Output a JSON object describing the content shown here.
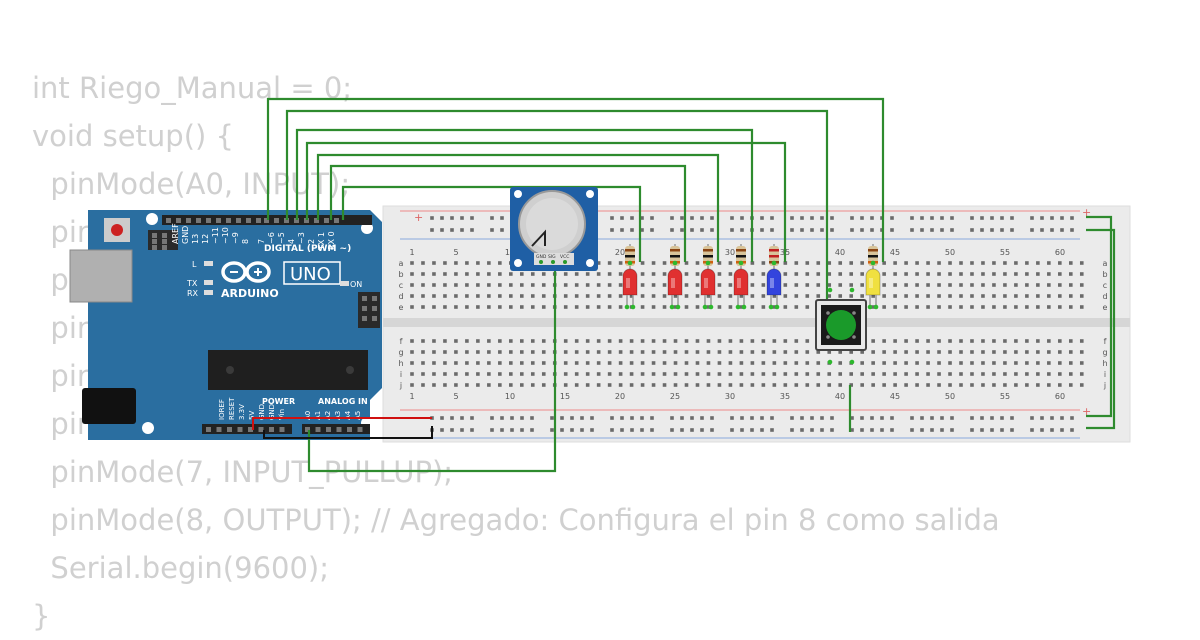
{
  "code_lines": [
    "int Riego_Manual = 0;",
    "void setup() {",
    "  pinMode(A0, INPUT);",
    "  pinMode(2, OUTPUT);",
    "  pinMode(3, OUTPUT);",
    "  pinMode(4, OUTPUT);",
    "  pinMode(5, OUTPUT);",
    "  pinMode(6, OUTPUT);",
    "  pinMode(7, INPUT_PULLUP);",
    "  pinMode(8, OUTPUT); // Agregado: Configura el pin 8 como salida",
    "  Serial.begin(9600);",
    "}"
  ],
  "arduino": {
    "brand": "ARDUINO",
    "model": "UNO",
    "digital_header": "DIGITAL (PWM ~)",
    "power_header": "POWER",
    "analog_header": "ANALOG IN",
    "on_label": "ON",
    "l_label": "L",
    "tx_label": "TX",
    "rx_label": "RX",
    "aref": "AREF",
    "gnd": "GND",
    "pin13": "13",
    "pin12": "12",
    "pin11": "~11",
    "pin10": "~10",
    "pin9": "~9",
    "pin8": "8",
    "pin7": "7",
    "pin6": "~6",
    "pin5": "~5",
    "pin4": "4",
    "pin3": "~3",
    "pin2": "2",
    "pin_tx": "TX 1",
    "pin_rx": "RX 0",
    "ioref": "IOREF",
    "reset": "RESET",
    "v33": "3.3V",
    "v5": "5V",
    "gnd1": "GND",
    "gnd2": "GND",
    "vin": "Vin",
    "a0": "A0",
    "a1": "A1",
    "a2": "A2",
    "a3": "A3",
    "a4": "A4",
    "a5": "A5"
  },
  "breadboard": {
    "plus_label": "+",
    "col_1": "1",
    "col_5": "5",
    "col_10": "10",
    "col_15": "15",
    "col_20": "20",
    "col_25": "25",
    "col_30": "30",
    "col_35": "35",
    "col_40": "40",
    "col_45": "45",
    "col_50": "50",
    "col_55": "55",
    "col_60": "60",
    "row_a": "a",
    "row_b": "b",
    "row_c": "c",
    "row_d": "d",
    "row_e": "e",
    "row_f": "f",
    "row_g": "g",
    "row_h": "h",
    "row_i": "i",
    "row_j": "j"
  },
  "pot": {
    "label_gnd": "GND",
    "label_sig": "SIG",
    "label_vcc": "VCC"
  },
  "colors": {
    "code": "#d0d0d0",
    "board": "#2a6ea0",
    "wire_green": "#2e8b2e",
    "wire_red": "#d01010",
    "wire_black": "#111111",
    "led_red": "#e03030",
    "led_blue": "#3344dd",
    "led_yellow": "#f0e040",
    "button": "#1a9a2a"
  },
  "icons": [
    "arduino-infinity-icon",
    "potentiometer-knob-icon",
    "push-button-icon"
  ]
}
